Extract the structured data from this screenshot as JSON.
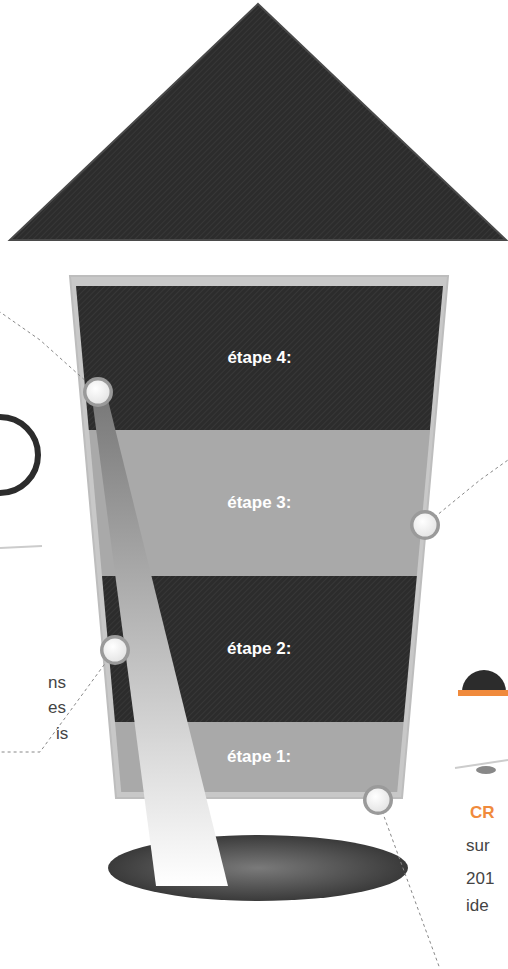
{
  "diagram": {
    "nodes": [
      {
        "text": [
          "étape 4:"
        ]
      },
      {
        "text": [
          "étape 3:"
        ]
      },
      {
        "text": [
          "étape 2:"
        ]
      },
      {
        "text": [
          "étape 1:"
        ]
      }
    ],
    "labels": [
      "ns",
      "es",
      "is",
      "CR",
      "sur",
      "201",
      "ide"
    ]
  }
}
